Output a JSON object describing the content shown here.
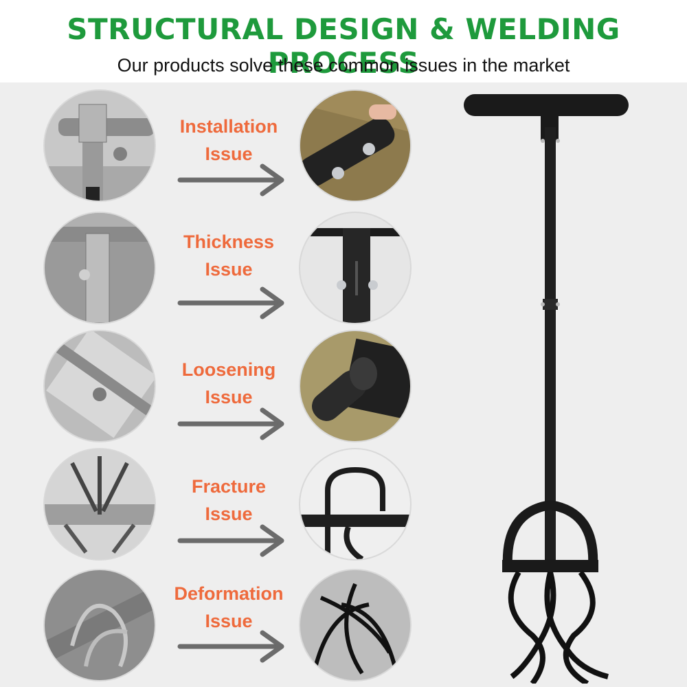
{
  "header": {
    "title": "STRUCTURAL DESIGN & WELDING PROCESS",
    "subtitle": "Our products solve these common issues in the market"
  },
  "colors": {
    "title": "#1e9a3c",
    "issue_text": "#ee6a3c",
    "arrow": "#6b6b6b",
    "background": "#eeeeee",
    "tool": "#1a1a1a"
  },
  "issues": [
    {
      "line1": "Installation",
      "line2": "Issue"
    },
    {
      "line1": "Thickness",
      "line2": "Issue"
    },
    {
      "line1": "Loosening",
      "line2": "Issue"
    },
    {
      "line1": "Fracture",
      "line2": "Issue"
    },
    {
      "line1": "Deformation",
      "line2": "Issue"
    }
  ],
  "icons": {
    "comparison_arrow": "right-arrow-icon",
    "product": "garden-claw-cultivator-tool"
  }
}
